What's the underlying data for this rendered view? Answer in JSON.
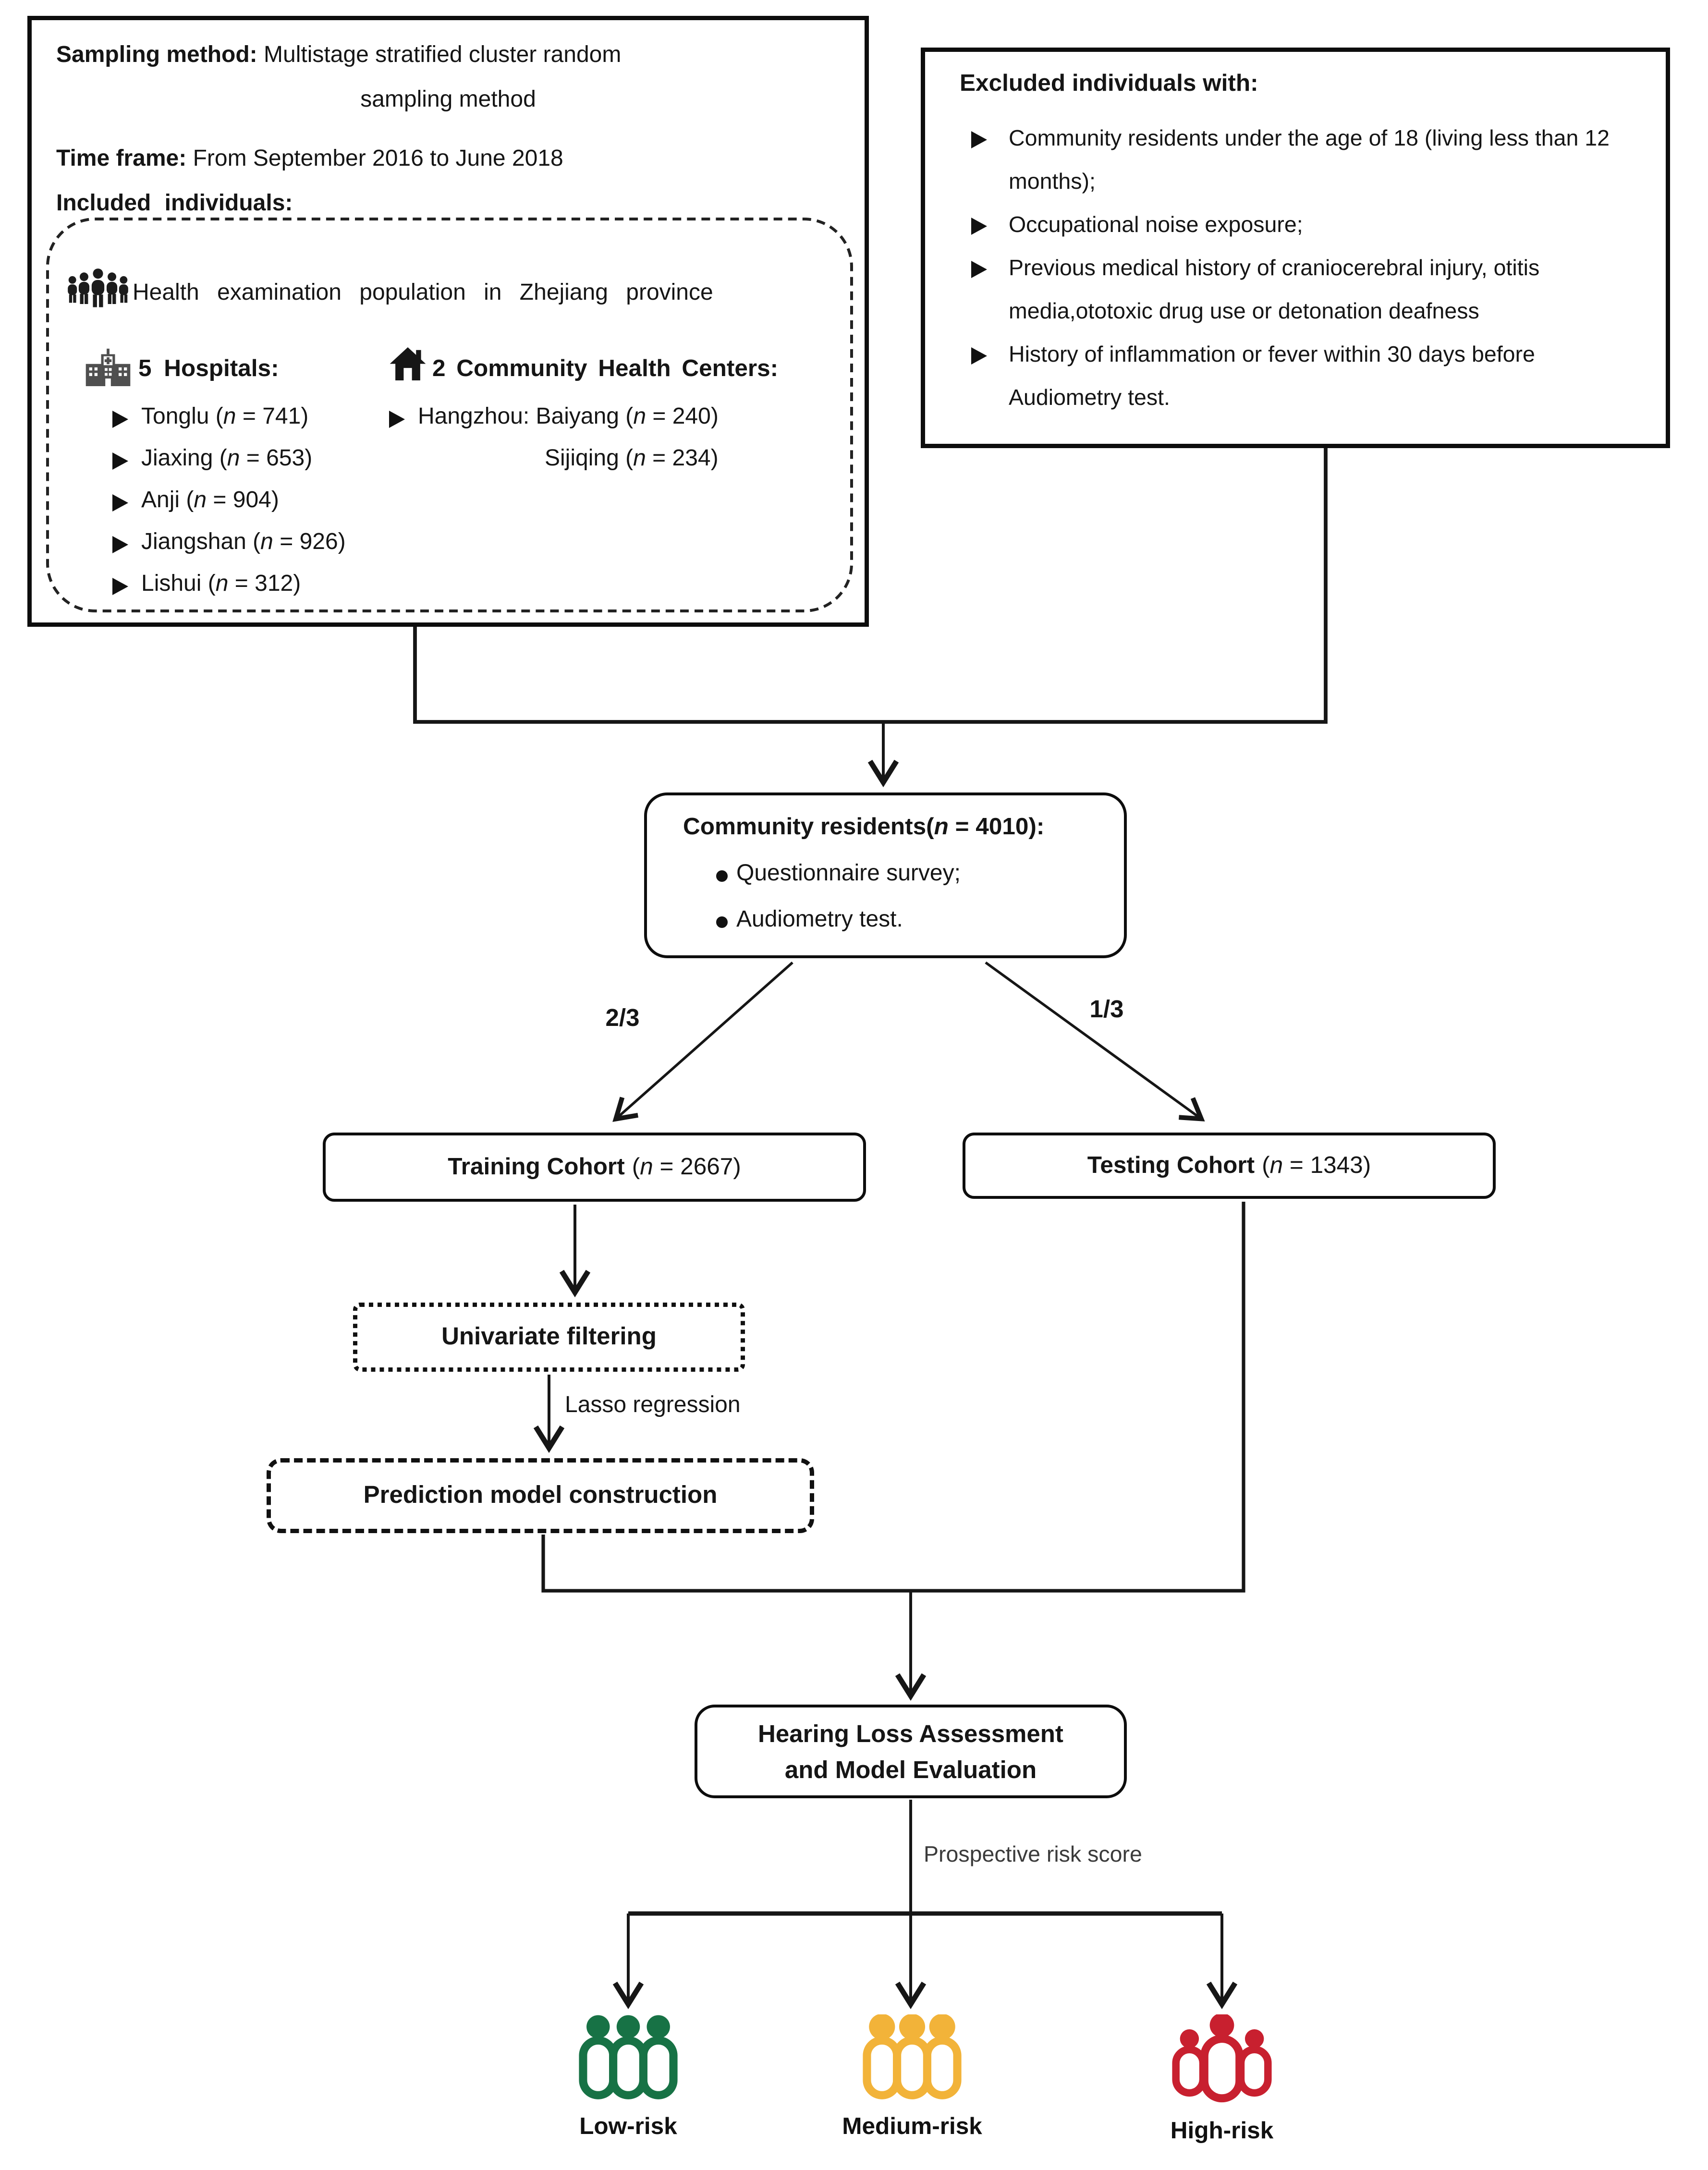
{
  "figure_title": "Study flow chart of hearing loss risk prediction model",
  "colors": {
    "line": "#161616",
    "text": "#151515",
    "low_risk": "#177245",
    "medium_risk": "#F2B339",
    "high_risk": "#C8202F",
    "hospital_icon": "#4f4f4f",
    "black_icon": "#1c1c1c"
  },
  "icons": {
    "population": "people-group-icon",
    "hospitals": "hospital-icon",
    "centers": "home-icon",
    "risk_groups": "people-group-icon"
  },
  "included_box": {
    "sampling_label": "Sampling method:",
    "sampling_text": "Multistage stratified cluster random",
    "sampling_text_line2": "sampling method",
    "timeframe_label": "Time frame:",
    "timeframe_text": "From September 2016 to June 2018",
    "included_label": "Included individuals:",
    "population_text": "Health examination population in Zhejiang province",
    "hospitals_heading": "5 Hospitals:",
    "centers_heading": "2 Community Health Centers:",
    "hospitals": [
      "Tonglu (n = 741)",
      "Jiaxing (n = 653)",
      "Anji (n = 904)",
      "Jiangshan (n = 926)",
      "Lishui (n = 312)"
    ],
    "centers": [
      "Hangzhou: Baiyang (n = 240)",
      "Sijiqing (n = 234)"
    ]
  },
  "excluded_box": {
    "title": "Excluded individuals with:",
    "items": [
      "Community residents under the age of 18 (living less than 12 months);",
      "Occupational noise exposure;",
      "Previous medical history of craniocerebral injury, otitis media,ototoxic drug use or detonation deafness",
      "History of inflammation or fever within 30 days before Audiometry test."
    ]
  },
  "community_box": {
    "title": "Community residents(n = 4010):",
    "bullets": [
      "Questionnaire survey;",
      "Audiometry test."
    ]
  },
  "split": {
    "left_label": "2/3",
    "right_label": "1/3"
  },
  "training_box": {
    "name": "Training Cohort",
    "n": "(n = 2667)"
  },
  "testing_box": {
    "name": "Testing Cohort",
    "n": "(n = 1343)"
  },
  "univariate_box": {
    "label": "Univariate filtering"
  },
  "lasso_label": "Lasso regression",
  "prediction_box": {
    "label": "Prediction model construction"
  },
  "hearing_box": {
    "line1": "Hearing Loss Assessment",
    "line2": "and Model Evaluation"
  },
  "prospective_label": "Prospective risk score",
  "risk_groups": [
    {
      "label": "Low-risk",
      "color": "#177245"
    },
    {
      "label": "Medium-risk",
      "color": "#F2B339"
    },
    {
      "label": "High-risk",
      "color": "#C8202F"
    }
  ]
}
